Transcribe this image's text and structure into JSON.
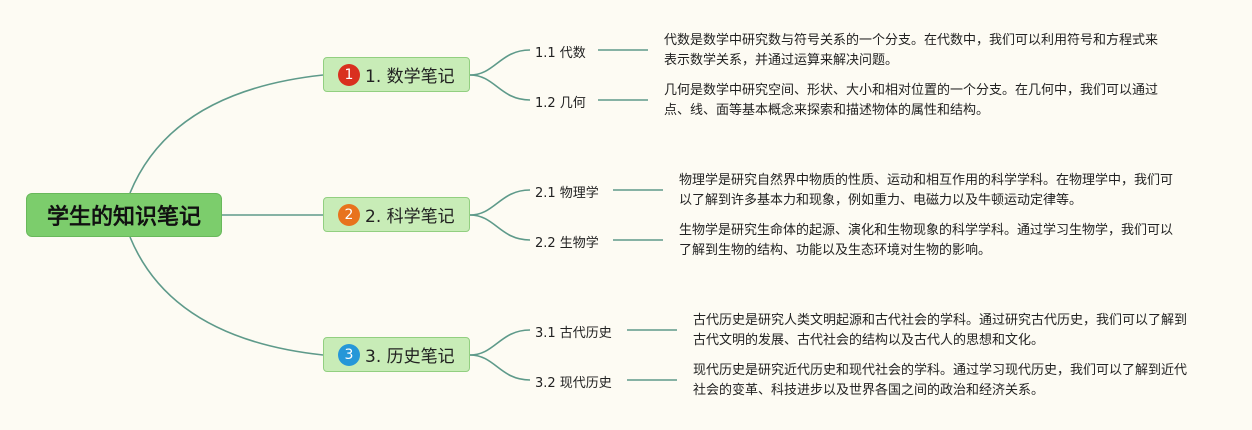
{
  "root": {
    "title": "学生的知识笔记"
  },
  "branches": [
    {
      "number": "1",
      "label": "1. 数学笔记",
      "color": "#d9301f",
      "children": [
        {
          "label": "1.1 代数",
          "text": "代数是数学中研究数与符号关系的一个分支。在代数中，我们可以利用符号和方程式来表示数学关系，并通过运算来解决问题。"
        },
        {
          "label": "1.2 几何",
          "text": "几何是数学中研究空间、形状、大小和相对位置的一个分支。在几何中，我们可以通过点、线、面等基本概念来探索和描述物体的属性和结构。"
        }
      ]
    },
    {
      "number": "2",
      "label": "2. 科学笔记",
      "color": "#e8731d",
      "children": [
        {
          "label": "2.1 物理学",
          "text": "物理学是研究自然界中物质的性质、运动和相互作用的科学学科。在物理学中，我们可以了解到许多基本力和现象，例如重力、电磁力以及牛顿运动定律等。"
        },
        {
          "label": "2.2 生物学",
          "text": "生物学是研究生命体的起源、演化和生物现象的科学学科。通过学习生物学，我们可以了解到生物的结构、功能以及生态环境对生物的影响。"
        }
      ]
    },
    {
      "number": "3",
      "label": "3. 历史笔记",
      "color": "#2597d8",
      "children": [
        {
          "label": "3.1 古代历史",
          "text": "古代历史是研究人类文明起源和古代社会的学科。通过研究古代历史，我们可以了解到古代文明的发展、古代社会的结构以及古代人的思想和文化。"
        },
        {
          "label": "3.2 现代历史",
          "text": "现代历史是研究近代历史和现代社会的学科。通过学习现代历史，我们可以了解到近代社会的变革、科技进步以及世界各国之间的政治和经济关系。"
        }
      ]
    }
  ]
}
